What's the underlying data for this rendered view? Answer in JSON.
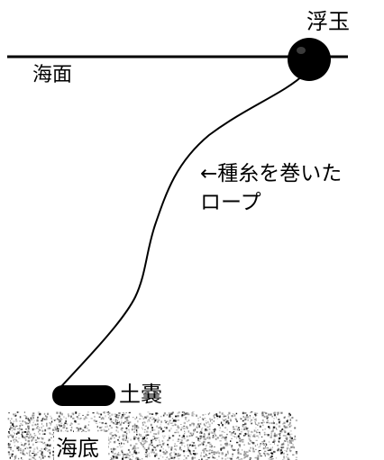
{
  "labels": {
    "buoy": "浮玉",
    "sea_surface": "海面",
    "rope_line1": "←種糸を巻いた",
    "rope_line2": "ロープ",
    "sandbag": "土嚢",
    "sea_floor": "海底"
  },
  "colors": {
    "ink": "#000000",
    "background": "#ffffff",
    "seabed_speckle": "#8a8a8a"
  }
}
